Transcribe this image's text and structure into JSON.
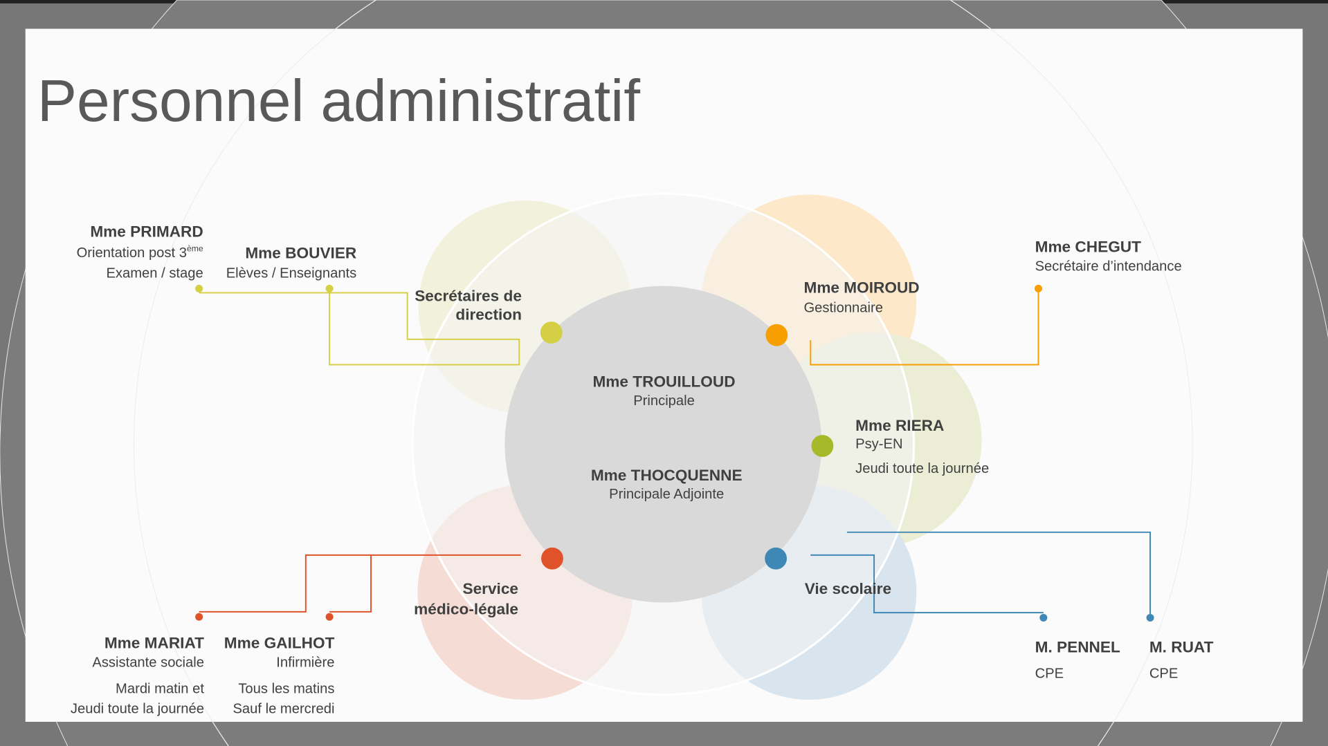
{
  "title": "Personnel administratif",
  "colors": {
    "yellow": "#d4cf44",
    "orange": "#f79e00",
    "green": "#a6b928",
    "red": "#e0522a",
    "blue": "#3f88b5",
    "center": "#d9d9d9"
  },
  "center": {
    "p1": {
      "name": "Mme TROUILLOUD",
      "role": "Principale"
    },
    "p2": {
      "name": "Mme THOCQUENNE",
      "role": "Principale Adjointe"
    }
  },
  "groups": {
    "secretaires": {
      "label1": "Secrétaires de",
      "label2": "direction"
    },
    "medico": {
      "label1": "Service",
      "label2": "médico-légale"
    },
    "vie": {
      "label": "Vie scolaire"
    }
  },
  "people": {
    "primard": {
      "name": "Mme PRIMARD",
      "line1": "Orientation post 3",
      "sup": "ème",
      "line2": "Examen / stage"
    },
    "bouvier": {
      "name": "Mme BOUVIER",
      "line1": "Elèves / Enseignants"
    },
    "moiroud": {
      "name": "Mme MOIROUD",
      "line1": "Gestionnaire"
    },
    "chegut": {
      "name": "Mme CHEGUT",
      "line1": "Secrétaire d’intendance"
    },
    "riera": {
      "name": "Mme RIERA",
      "line1": "Psy-EN",
      "line2": "Jeudi toute la journée"
    },
    "mariat": {
      "name": "Mme MARIAT",
      "line1": "Assistante sociale",
      "line2": "Mardi matin et",
      "line3": "Jeudi toute la journée"
    },
    "gailhot": {
      "name": "Mme GAILHOT",
      "line1": "Infirmière",
      "line2": "Tous les matins",
      "line3": "Sauf le mercredi"
    },
    "pennel": {
      "name": "M. PENNEL",
      "line1": "CPE"
    },
    "ruat": {
      "name": "M. RUAT",
      "line1": "CPE"
    }
  }
}
